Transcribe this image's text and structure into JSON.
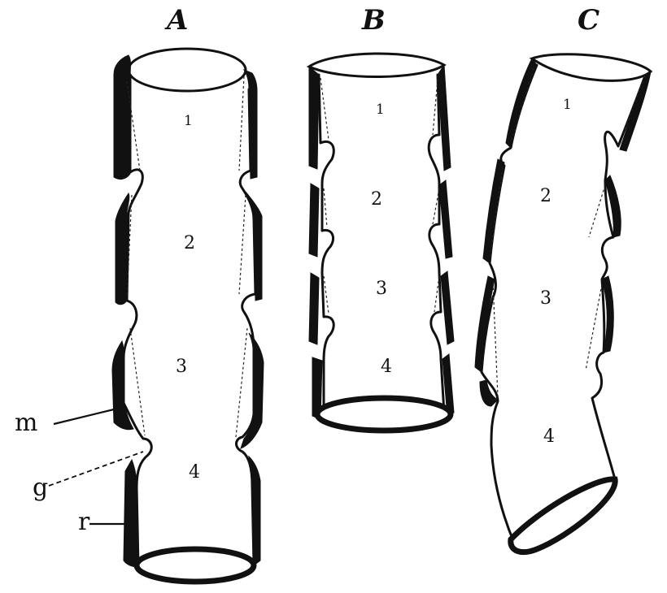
{
  "panels": [
    {
      "letter": "A",
      "segments": [
        "1",
        "2",
        "3",
        "4"
      ]
    },
    {
      "letter": "B",
      "segments": [
        "1",
        "2",
        "3",
        "4"
      ]
    },
    {
      "letter": "C",
      "segments": [
        "1",
        "2",
        "3",
        "4"
      ]
    }
  ],
  "callouts": {
    "m": "m",
    "g": "g",
    "r": "r"
  }
}
